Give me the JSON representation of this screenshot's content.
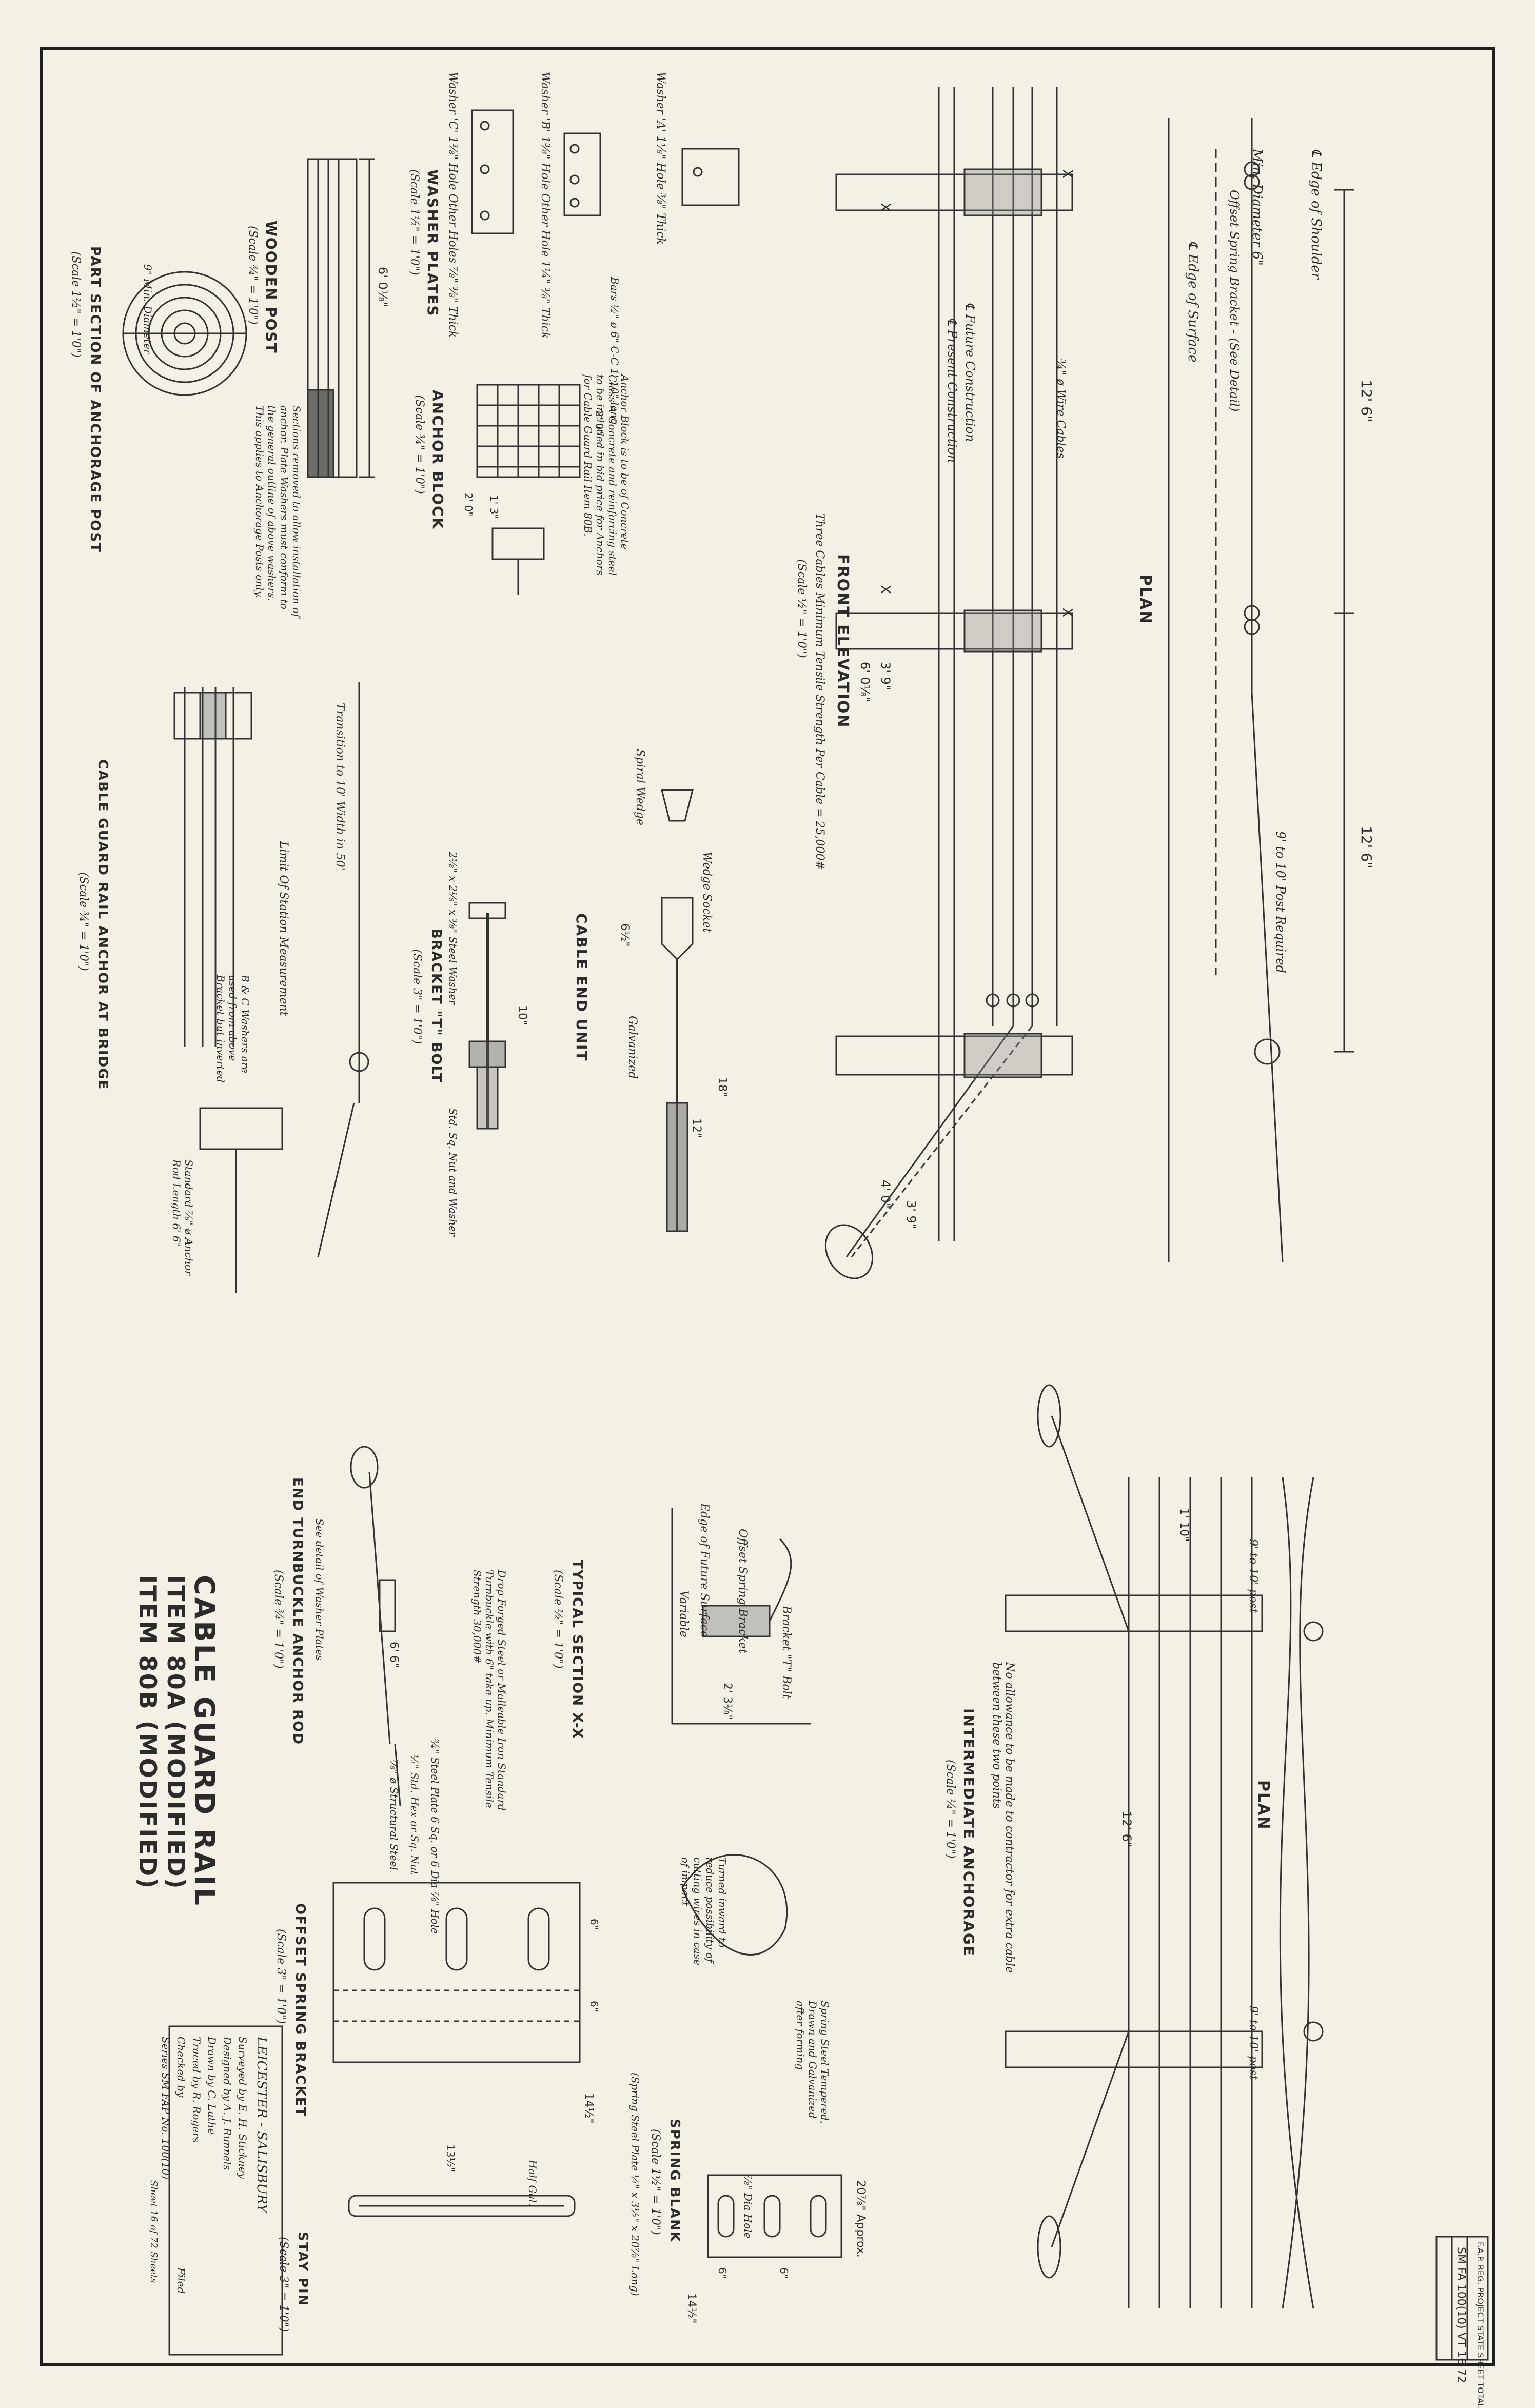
{
  "colors": {
    "paper": "#f4f0e6",
    "ink": "#2b2b2b",
    "border": "#1f1f1f"
  },
  "titles": {
    "plan_top": "PLAN",
    "plan_bottom": "PLAN",
    "front_elevation": "FRONT ELEVATION",
    "front_elevation_note": "Three Cables Minimum Tensile Strength Per Cable = 25,000#",
    "front_elevation_scale": "(Scale ½\" = 1'0\")",
    "cable_end_unit": "CABLE END UNIT",
    "wooden_post": "WOODEN POST",
    "wooden_post_scale": "(Scale ¾\" = 1'0\")",
    "washer_plates": "WASHER PLATES",
    "washer_plates_scale": "(Scale 1½\" = 1'0\")",
    "anchor_block": "ANCHOR BLOCK",
    "anchor_block_scale": "(Scale ¾\" = 1'0\")",
    "part_section": "PART SECTION OF ANCHORAGE POST",
    "part_section_scale": "(Scale 1½\" = 1'0\")",
    "bracket_bolt": "BRACKET \"T\" BOLT",
    "bracket_bolt_scale": "(Scale 3\" = 1'0\")",
    "anchor_at_bridge": "CABLE GUARD RAIL ANCHOR AT BRIDGE",
    "anchor_at_bridge_scale": "(Scale ¾\" = 1'0\")",
    "intermediate_anchorage": "INTERMEDIATE ANCHORAGE",
    "intermediate_anchorage_scale": "(Scale ¼\" = 1'0\")",
    "typical_section": "TYPICAL SECTION X-X",
    "typical_section_scale": "(Scale ½\" = 1'0\")",
    "end_turnbuckle": "END TURNBUCKLE ANCHOR ROD",
    "end_turnbuckle_scale": "(Scale ¾\" = 1'0\")",
    "offset_spring_bracket": "OFFSET SPRING BRACKET",
    "offset_spring_bracket_scale": "(Scale 3\" = 1'0\")",
    "spring_blank": "SPRING BLANK",
    "spring_blank_scale": "(Scale 1½\" = 1'0\")",
    "stay_pin": "STAY PIN",
    "stay_pin_scale": "(Scale 3\" = 1'0\")",
    "main_title_1": "CABLE GUARD RAIL",
    "main_title_2": "ITEM 80A (MODIFIED)",
    "main_title_3": "ITEM 80B (MODIFIED)"
  },
  "labels": {
    "edge_shoulder": "℄ Edge of Shoulder",
    "min_diameter": "Min. Diameter 6\"",
    "offset_spring_bracket_note": "Offset Spring Bracket - (See Detail)",
    "edge_surface": "℄ Edge of Surface",
    "dim_12_6_a": "12' 6\"",
    "dim_12_6_b": "12' 6\"",
    "post_required": "9' to 10' Post Required",
    "wire_cables": "¾\" ø Wire Cables",
    "future_construction": "℄ Future Construction",
    "present_construction": "℄ Present Construction",
    "dim_3_9": "3' 9\"",
    "dim_6_0": "6' 0⅛\"",
    "dim_4_0": "4' 0\"",
    "dim_3_9b": "3' 9\"",
    "galvanized": "Galvanized",
    "wedge_socket": "Wedge Socket",
    "spiral_wedge": "Spiral Wedge",
    "dim_18": "18\"",
    "dim_12": "12\"",
    "dim_6_half": "6½\"",
    "wooden_post_len": "6' 0⅛\"",
    "washer_a": "Washer 'A' 1⅛\" Hole ⅜\" Thick",
    "washer_b": "Washer 'B' 1⅜\" Hole Other Hole 1¼\" ⅜\" Thick",
    "washer_c": "Washer 'C' 1⅜\" Hole Other Holes ⅞\" ⅜\" Thick",
    "anchor_block_note": "Anchor Block is to be of Concrete Class A Concrete and reinforcing steel to be included in bid price for Anchors for Cable Guard Rail Item 80B.",
    "bars_note": "Bars ½\" ø 6\" C-C 1' 10\" long",
    "dim_2_0": "2' 0\"",
    "dim_2_0b": "2' 0\"",
    "dim_1_3": "1' 3\"",
    "sections_removed": "Sections removed to allow installation of anchor. Plate Washers must conform to the general outline of above washers. This applies to Anchorage Posts only.",
    "min_diameter_9": "9\" Min. Diameter",
    "transition": "Transition to 10' Width in 50'",
    "limit_station": "Limit Of Station Measurement",
    "bc_washers": "B & C Washers are used from above Bracket but inverted",
    "standard_anchor": "Standard ⅞\" ø Anchor Rod Length 6' 6\"",
    "t_bolt_washer": "2⅛\" x 2⅛\" x ⅜\" Steel Washer",
    "std_nut": "Std. Sq. Nut and Washer",
    "dim_10": "10\"",
    "post_9_10_a": "9' to 10' post",
    "post_9_10_b": "9' to 10' post",
    "no_allowance": "No allowance to be made to contractor for extra cable between these two points",
    "dim_12_6_c": "12' 6\"",
    "dim_1_10": "1' 10\"",
    "offset_spring_label": "Offset Spring Bracket",
    "bracket_t_bolt": "Bracket \"T\" Bolt",
    "edge_future": "Edge of Future Surface",
    "variable": "Variable",
    "dim_2_3": "2' 3⅛\"",
    "turned_inward": "Turned inward to reduce possibility of cutting wires in case of impact",
    "spring_steel": "Spring Steel Tempered, Drawn and Galvanized after forming",
    "drop_forged": "Drop Forged Steel or Malleable Iron Standard Turnbuckle with 6\" take up. Minimum Tensile Strength 30,000#",
    "see_washer": "See detail of Washer Plates",
    "dim_6_6": "6' 6\"",
    "steel_plate": "¾\" Steel Plate 6 Sq. or 6 Dia ⅞\" Hole",
    "half_hex": "½\" Std. Hex or Sq. Nut",
    "structural_steel": "⅞\" ø Structural Steel",
    "spring_plate": "(Spring Steel Plate ¼\" x 3½\" x 20⅞\" Long)",
    "dim_20": "20⅞\" Approx.",
    "dim_14_half": "14½\"",
    "dim_14_half_b": "14½\"",
    "dim_6a": "6\"",
    "dim_6b": "6\"",
    "dim_6c": "6\"",
    "dim_6d": "6\"",
    "dia_hole": "⅞\" Dia Hole",
    "half_ga": "Half Gal.",
    "dim_13_half": "13½\"",
    "x_a": "X",
    "x_b": "X",
    "x_c": "X",
    "x_d": "X"
  },
  "title_block": {
    "location": "LEICESTER - SALISBURY",
    "surveyed": "Surveyed by E. H. Stickney",
    "designed": "Designed by A. J. Runnels",
    "drawn": "Drawn by C. Luthe",
    "traced": "Traced by R. Rogers",
    "checked": "Checked by",
    "series": "Series SM FAP No. 100(10)",
    "filed": "Filed",
    "sheet": "Sheet 16 of 72 Sheets"
  },
  "stamp": {
    "line1": "F.A.P. REG. PROJECT STATE SHEET TOTAL",
    "line2": "SM FA 100(10) VT 16 72"
  }
}
